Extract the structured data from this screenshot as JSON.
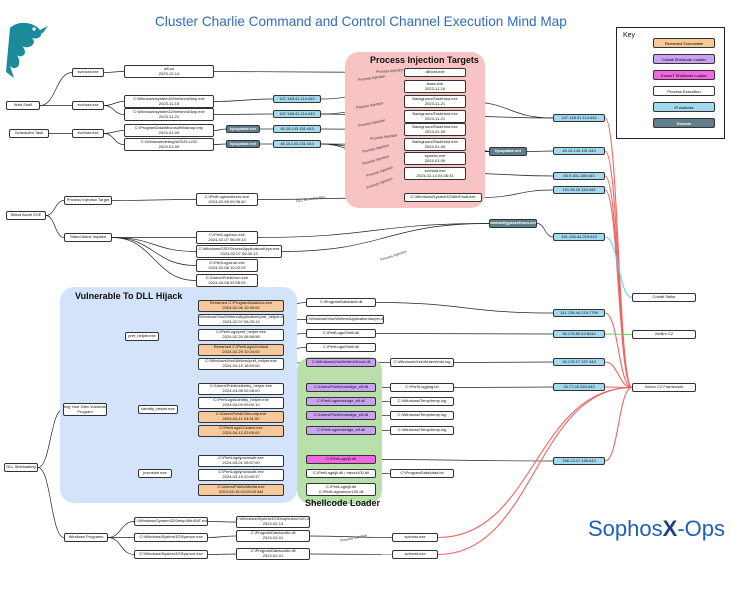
{
  "title": "Cluster Charlie Command and Control Channel Execution Mind Map",
  "regions": {
    "injection": "Process Injection Targets",
    "dll": "Vulnerable To DLL Hijack",
    "shellcode": "Shellcode Loader"
  },
  "key": {
    "title": "Key",
    "items": [
      "Renamed Executable",
      "Cobalt Shellcode Loader",
      "ExecuT Shellcode Loader",
      "Process Execution",
      "IP Address",
      "Domain"
    ]
  },
  "brand": {
    "main": "Sophos",
    "x": "X",
    "suffix": "-Ops"
  },
  "edge_labels": {
    "inj1": "Process Injection",
    "inj2": "Process Injection",
    "inj3": "Process Injection",
    "inj4": "Process Injection",
    "inj5": "Process Injection",
    "inj6": "Process Injection",
    "inj7": "Process Injection",
    "inj8": "Process Injection",
    "inj9": "Process Injection",
    "dll_load": "DLL file extraction",
    "inj10": "Process Injection",
    "inj11": "Process Injection"
  },
  "nodes": {
    "web_shell": [
      "Web Shell"
    ],
    "sched_task": [
      "Scheduled Task"
    ],
    "w3wp_a": [
      "svchost.exe"
    ],
    "w3wp_b": [
      "svchost.exe"
    ],
    "w3wp_c": [
      "svchost.exe"
    ],
    "a_exe": [
      "a8.cd",
      "2023-12-14"
    ],
    "path1": [
      "C:\\Windows\\system32\\inetsrv\\w3wp.exe",
      "2023-11-16"
    ],
    "path2": [
      "C:\\Windows\\system32\\inetsrv\\w3wp.exe",
      "2023-11-21"
    ],
    "prog_flash": [
      "C:\\ProgramData\\Microsoft\\flashup.tmp",
      "2024-01-09"
    ],
    "win_log": [
      "C:\\Windows\\debug\\WSUS.LOG",
      "2024-01-09"
    ],
    "ip_a": [
      "107.148.41.114:443"
    ],
    "ip_b": [
      "107.148.41.114:443"
    ],
    "dom_a": [
      "hjsupdate.net"
    ],
    "dom_b": [
      "hjsupdate.net"
    ],
    "ip_c": [
      "45.15.143.151:443"
    ],
    "ip_d": [
      "45.15.143.151:443"
    ],
    "inj_dllhost": [
      "dllhost.exe"
    ],
    "inj_lsass": [
      "lsass.exe",
      "2023-11-16"
    ],
    "inj_bg1": [
      "BackgroundTaskHost.exe",
      "2023-11-21"
    ],
    "inj_bg2": [
      "BackgroundTaskHost.exe",
      "2023-11-21"
    ],
    "inj_bg3": [
      "BackgroundTaskHost.exe",
      "2024-01-09"
    ],
    "inj_bg4": [
      "BackgroundTaskHost.exe",
      "2024-01-09"
    ],
    "inj_spool": [
      "spoolsv.exe",
      "2024-01-09"
    ],
    "inj_svc": [
      "svchost.exe",
      "2024-02-14 04:35:31"
    ],
    "inj_gpupdate": [
      "C:\\Windows\\System32\\WerFault.exe"
    ],
    "standalone": [
      "Stand Alone EXE"
    ],
    "proc_inj_target": [
      "Process Injection Target"
    ],
    "standalone_implant": [
      "Stand Alone Implant"
    ],
    "sa_perf1": [
      "C:\\PerfLogs\\msiexec.exe",
      "2024-02-06 09:38:40"
    ],
    "sa_perf2": [
      "C:\\PerfLogs\\svc.exe",
      "2024-02-07 06:49:13"
    ],
    "sa_perf3": [
      "C:\\Windows\\SSDS\\csrss\\ApplicationKeys.exe",
      "2024-02-07 06:30:13"
    ],
    "sa_perf4": [
      "C:\\PerfLogs\\run.exe",
      "2024-02-08 10:20:29"
    ],
    "sa_perf5": [
      "C:\\Users\\Public\\run.exe",
      "2024-04-08 02:08:20"
    ],
    "dom_mid": [
      "hjsupdate.net"
    ],
    "dom_big": [
      "giantwolfgyassethost.com"
    ],
    "ip_r1": [
      "107.148.41.114:443"
    ],
    "ip_r2": [
      "45.15.143.151:443"
    ],
    "ip_r3": [
      "45.9.151.185:443"
    ],
    "ip_r4": [
      "191.96.20.115:443"
    ],
    "ip_r5": [
      "191.106.44.219:443"
    ],
    "ip_r6": [
      "141.136.44.219:7799"
    ],
    "ip_r7": [
      "94.176.80.42:8444"
    ],
    "ip_r8": [
      "94.176.27.157:443"
    ],
    "ip_r9": [
      "45.77.49.240:443"
    ],
    "ip_r10": [
      "198.13.47.158:443"
    ],
    "cobalt": [
      "Cobalt Strike"
    ],
    "xiebro": [
      "XieBro C2"
    ],
    "havoc": [
      "Havoc C2 Framework"
    ],
    "dll_side": [
      "DLL Sideloading"
    ],
    "byov": [
      "Bring Your Own Vulnerable",
      "Program"
    ],
    "pref_helper": [
      "pref_helper.exe"
    ],
    "ident_helper": [
      "identity_helper.exe"
    ],
    "jmcnsole": [
      "jmcnsole.exe"
    ],
    "r1": [
      "Renamed C:\\ProgramData\\doc.exe",
      "2024-02-06 10:39:00"
    ],
    "r1b": [
      "C:\\Windows\\Vss\\Writers\\Application\\pref_helper.exe",
      "2024-02-07 06:25:13"
    ],
    "r1c": [
      "C:\\PerfLogs\\pref_helper.exe",
      "2024-02-20 08:58:58"
    ],
    "r1d": [
      "Renamed C:\\PerfLogs\\Certinst",
      "2024-02-29 10:24:00"
    ],
    "r1e": [
      "C:\\Windows\\Vss\\Writers\\pref_helper.exe",
      "2024-04-15 18:53:00"
    ],
    "r2": [
      "C:\\Users\\Public\\identity_helper.exe",
      "2024-04-08 02:08:00"
    ],
    "r2b": [
      "C:\\PerfLogs\\identity_helper.exe",
      "2024-04-09 09:00:10"
    ],
    "r2c": [
      "C:\\Users\\Public\\Security.exe",
      "2024-04-11 04:31:00"
    ],
    "r2d": [
      "C:\\PerfLogs\\Context.exe",
      "2024-04-12 02:09:00"
    ],
    "r3": [
      "C:\\PerfLogs\\jmcnsole.exe",
      "2024-03-01 08:57:00"
    ],
    "r3b": [
      "C:\\PerfLogs\\jmcnsole.exe",
      "2024-03-15 20:00:37"
    ],
    "r3c": [
      "C:\\Users\\Public\\Media.exe",
      "2024-04-15 04:00:00 AM"
    ],
    "sl1": [
      "C:\\ProgramData\\dwrt.dll"
    ],
    "sl2": [
      "C:\\Windows\\Vss\\Writers\\Application\\swprv.dll"
    ],
    "sl3": [
      "C:\\PerfLogs\\Shell.dll"
    ],
    "sl4": [
      "C:\\PerfLogs\\Shell.dll"
    ],
    "sl5": [
      "C:\\Windows\\Vss\\Writers\\Excel.dll"
    ],
    "sl6": [
      "C:\\Users\\Public\\msedge_elf.dll"
    ],
    "sl7": [
      "C:\\PerfLogs\\msedge_elf.dll"
    ],
    "sl8": [
      "C:\\Users\\Public\\msedge_elf.dll"
    ],
    "sl9": [
      "C:\\PerfLogs\\msedge_elf.dll"
    ],
    "sl10": [
      "C:\\PerfLogs\\jli.dll"
    ],
    "sl11": [
      "C:\\PerfLogs\\jli.dll / msvcr100.dll"
    ],
    "sl12": [
      "C:\\PerfLogs\\jli.dll",
      "C:\\PerfLogs\\msvcr100.dll"
    ],
    "lg1": [
      "C:\\Windows\\Vss\\Writers\\Info.log"
    ],
    "lg2": [
      "C:\\Perf\\Logging.txt"
    ],
    "lg3": [
      "C:\\Windows\\Temp\\temp.log"
    ],
    "lg4": [
      "C:\\Windows\\Temp\\temp.log"
    ],
    "lg5": [
      "C:\\Windows\\Temp\\temp.log"
    ],
    "lg6": [
      "C:\\ProgramData\\data.txt"
    ],
    "win_prog": [
      "Windows Programs"
    ],
    "wp1": [
      "C:\\Windows\\System32\\Setup\\WinSAT.exe"
    ],
    "wp2": [
      "C:\\Windows\\System32\\Sysmon.exe"
    ],
    "wp3": [
      "C:\\Windows\\System32\\Sysmon.exe"
    ],
    "wp1b": [
      "C:\\Windows\\System32\\Setup\\msvcr100.dll",
      "2024-02-13"
    ],
    "wp2b": [
      "C:\\ProgramData\\sodtc.dll",
      "2024-02-01"
    ],
    "wp3b": [
      "C:\\ProgramData\\sodtc.dll",
      "2024-02-01"
    ],
    "wp_svc1": [
      "svchost.exe"
    ],
    "wp_svc2": [
      "svchost.exe"
    ]
  }
}
